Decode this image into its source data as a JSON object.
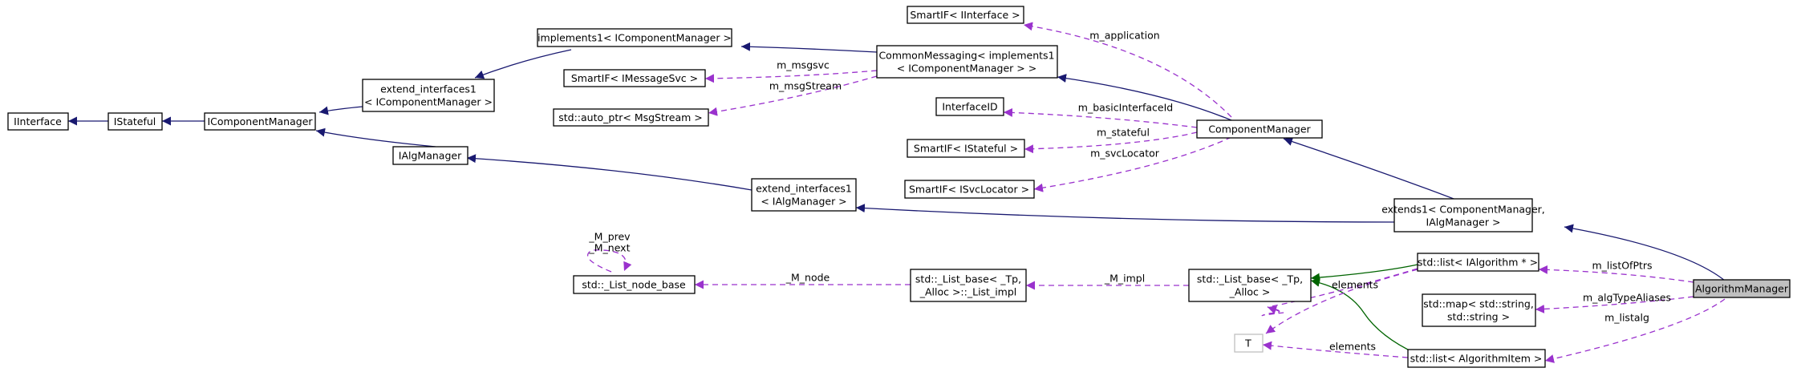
{
  "diagram": {
    "nodes": {
      "iinterface": "IInterface",
      "istateful": "IStateful",
      "icomponentmanager": "IComponentManager",
      "extend_icm": [
        "extend_interfaces1",
        "< IComponentManager >"
      ],
      "implements1": "implements1< IComponentManager >",
      "smartif_iinterface": "SmartIF< IInterface >",
      "commonmessaging": [
        "CommonMessaging< implements1",
        "< IComponentManager > >"
      ],
      "smartif_imessagesvc": "SmartIF< IMessageSvc >",
      "auto_ptr": "std::auto_ptr< MsgStream >",
      "interfaceid": "InterfaceID",
      "smartif_istateful": "SmartIF< IStateful >",
      "smartif_isvclocator": "SmartIF< ISvcLocator >",
      "componentmanager": "ComponentManager",
      "ialgmanager": "IAlgManager",
      "extend_iam": [
        "extend_interfaces1",
        "< IAlgManager >"
      ],
      "extends1": [
        "extends1< ComponentManager,",
        "IAlgManager >"
      ],
      "list_node_base": "std::_List_node_base",
      "list_impl": [
        "std::_List_base< _Tp,",
        "_Alloc >::_List_impl"
      ],
      "list_base": [
        "std::_List_base< _Tp,",
        "_Alloc >"
      ],
      "list_ialgorithm": "std::list< IAlgorithm * >",
      "map_string": [
        "std::map< std::string,",
        "std::string >"
      ],
      "t_param": "T",
      "list_algitem": "std::list< AlgorithmItem >",
      "algorithmmanager": "AlgorithmManager"
    },
    "edge_labels": {
      "m_application": "m_application",
      "m_msgsvc": "m_msgsvc",
      "m_msgstream": "m_msgStream",
      "m_basicinterfaceid": "m_basicInterfaceId",
      "m_stateful": "m_stateful",
      "m_svclocator": "m_svcLocator",
      "self_loop": [
        "_M_prev",
        "_M_next"
      ],
      "m_node": "_M_node",
      "m_impl": "_M_impl",
      "elements_1": "elements",
      "elements_2": "elements",
      "m_listofptrs": "m_listOfPtrs",
      "m_algtypealiases": "m_algTypeAliases",
      "m_listalg": "m_listalg"
    },
    "colors": {
      "inheritance": "#191970",
      "template": "#006400",
      "usage": "#9a32cd",
      "focus_fill": "#bfbfbf"
    }
  }
}
